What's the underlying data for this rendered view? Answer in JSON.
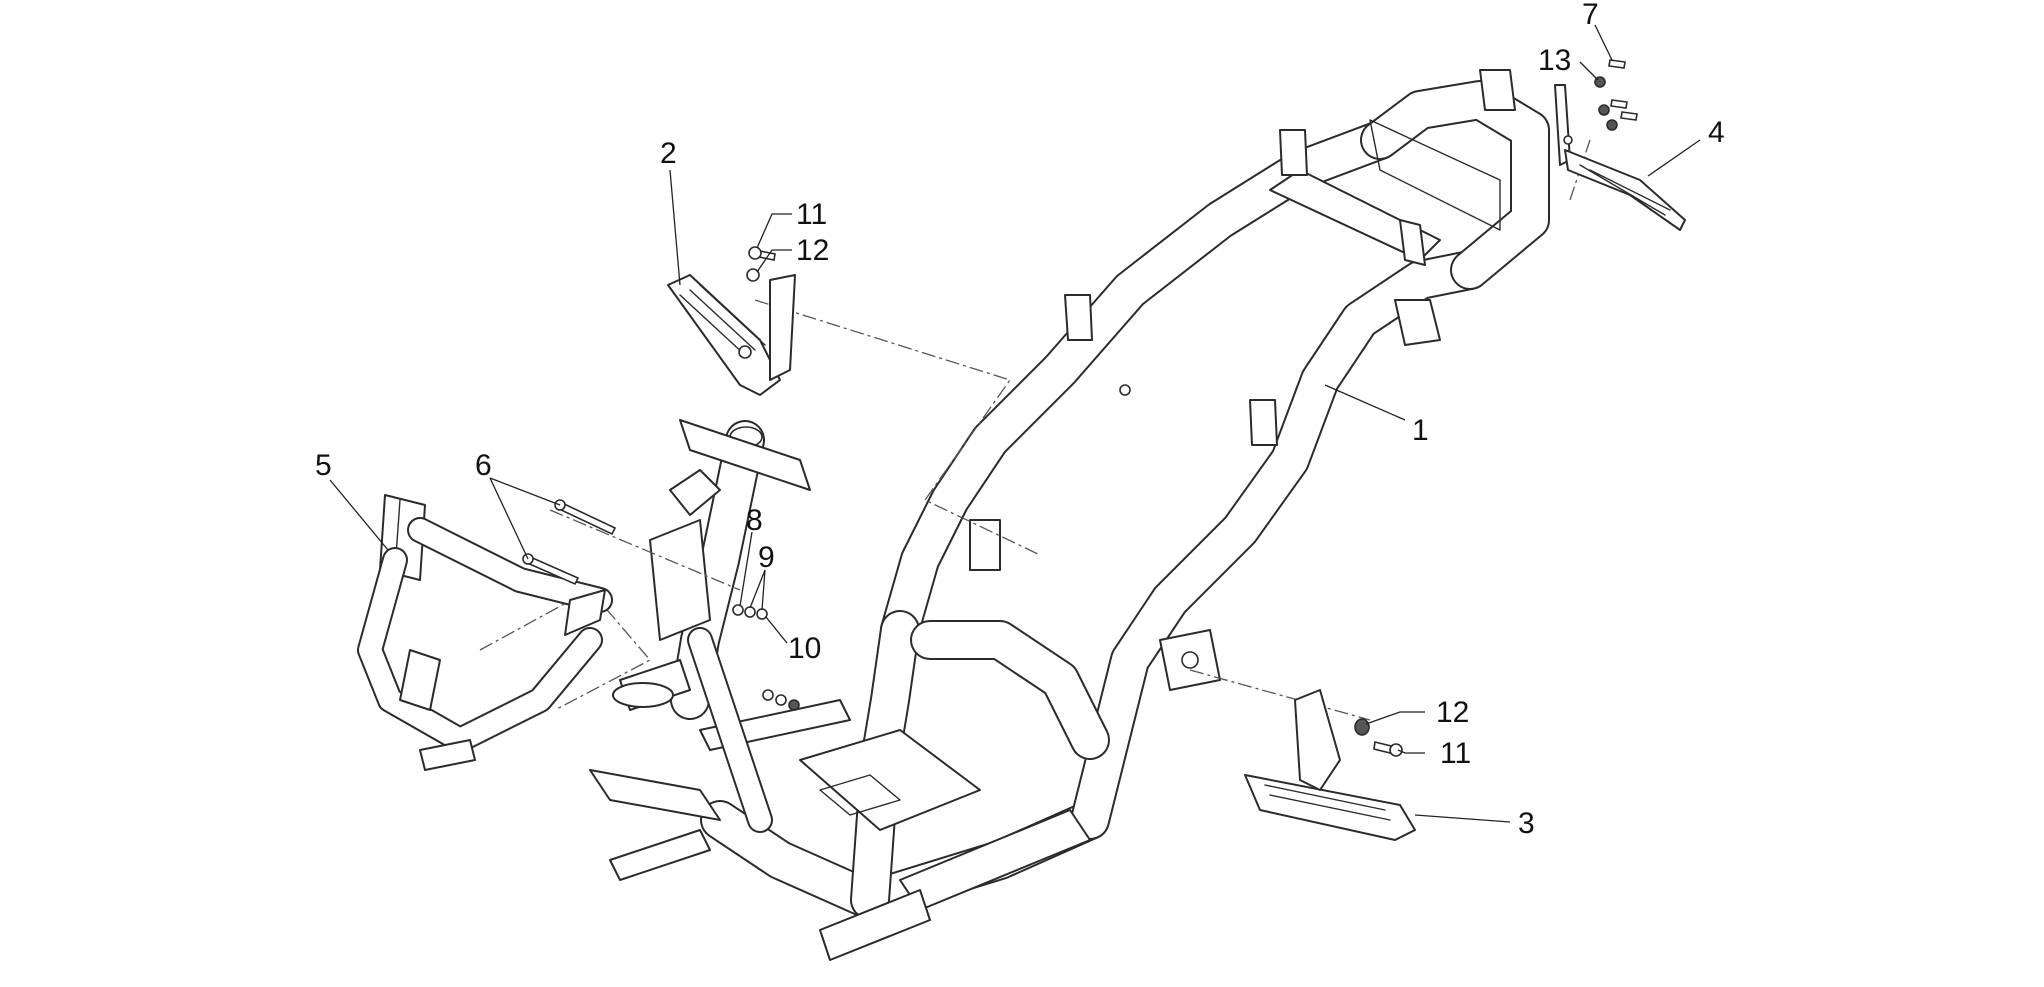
{
  "callouts": [
    {
      "id": "1",
      "text": "1"
    },
    {
      "id": "2",
      "text": "2"
    },
    {
      "id": "3",
      "text": "3"
    },
    {
      "id": "4",
      "text": "4"
    },
    {
      "id": "5",
      "text": "5"
    },
    {
      "id": "6",
      "text": "6"
    },
    {
      "id": "7",
      "text": "7"
    },
    {
      "id": "8",
      "text": "8"
    },
    {
      "id": "9",
      "text": "9"
    },
    {
      "id": "10",
      "text": "10"
    },
    {
      "id": "11a",
      "text": "11"
    },
    {
      "id": "12a",
      "text": "12"
    },
    {
      "id": "11b",
      "text": "11"
    },
    {
      "id": "12b",
      "text": "12"
    },
    {
      "id": "13",
      "text": "13"
    }
  ]
}
